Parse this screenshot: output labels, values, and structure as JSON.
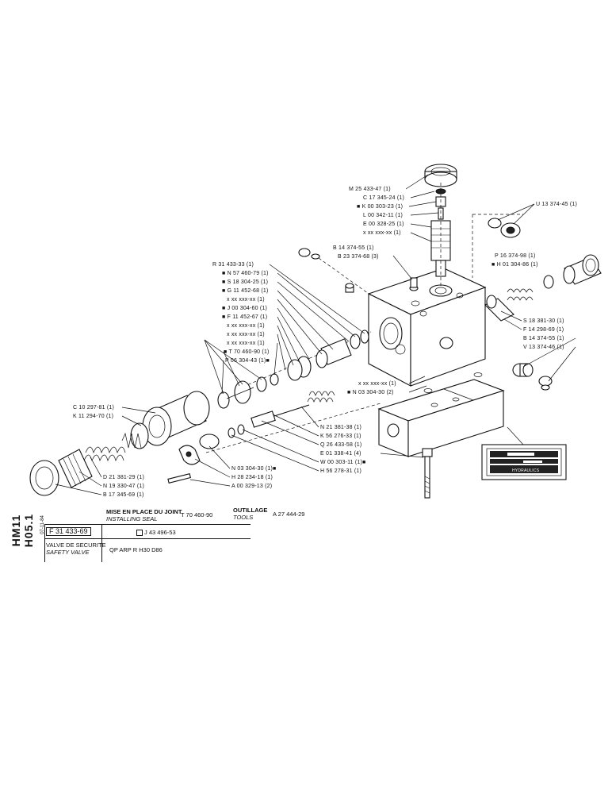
{
  "labels_upper": [
    "M 25 433-47 (1)",
    "C 17 345-24 (1)",
    "■ K 00 303-23 (1)",
    "L 00 342-11 (1)",
    "E 00 328-25 (1)",
    "x xx xxx-xx (1)",
    "U 13 374-45 (1)",
    "B 14 374-55 (1)",
    "B 23 374-68 (3)",
    "P 16 374-98 (1)",
    "■ H 01 304-86 (1)"
  ],
  "labels_left": [
    "R 31 433-33 (1)",
    "■ N 57 460-79 (1)",
    "■ S 18 304-25 (1)",
    "■ G 11 452-68 (1)",
    "x xx xxx-xx (1)",
    "■ J 00 304-60 (1)",
    "■ F 11 452-67 (1)",
    "x xx xxx-xx (1)",
    "x xx xxx-xx (1)",
    "x xx xxx-xx (1)",
    "■ T 70 460-90 (1)",
    "P 06 304-43 (1)■"
  ],
  "labels_right": [
    "S 18 381-30 (1)",
    "F 14 298-69 (1)",
    "B 14 374-55 (1)",
    "V 13 374-46 (1)",
    "x xx xxx-xx (1)",
    "■ N 03 304-30 (2)"
  ],
  "labels_center": [
    "N 21 381-38 (1)",
    "K 56 276-33 (1)",
    "Q 26 433-58 (1)",
    "E 01 338-41 (4)",
    "W 00 303-11 (1)■",
    "H 56 278-31 (1)"
  ],
  "labels_lower_left": [
    "C 10 297-81 (1)",
    "K 11 294-70 (1)",
    "D 21 381-29 (1)",
    "N 19 330-47 (1)",
    "B 17 345-69 (1)",
    "N 03 304-30 (1)■",
    "H 28 234-18 (1)",
    "A 00 329-13 (2)"
  ],
  "nameplate": {
    "brand": "HYDRAULICS"
  },
  "info": {
    "side_code": "HM11 H05.1",
    "side_date": "07-11-84",
    "install_fr": "MISE EN PLACE DU JOINT",
    "install_en": "INSTALLING SEAL",
    "install_ref": "T 70 460-90",
    "tools_fr": "OUTILLAGE",
    "tools_en": "TOOLS",
    "tools_ref": "A 27 444-29",
    "ref_number": "F 31 433-69",
    "ref_secondary": "J 43 496-53",
    "title_fr": "VALVE DE SECURITE",
    "title_en": "SAFETY VALVE",
    "model": "QP ARP R H30 D86"
  }
}
